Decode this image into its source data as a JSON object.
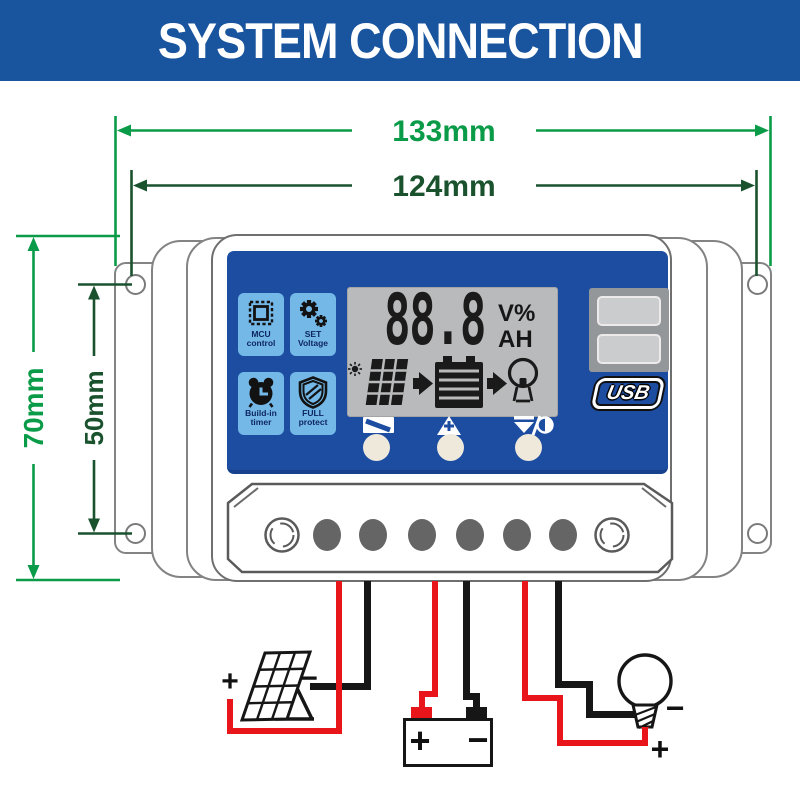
{
  "title": "SYSTEM CONNECTION",
  "dimensions": {
    "outer_width": "133mm",
    "hole_width": "124mm",
    "outer_height": "70mm",
    "hole_height": "50mm"
  },
  "controller": {
    "feature_tiles": [
      {
        "icon": "mcu-chip-icon",
        "lines": [
          "MCU",
          "control"
        ]
      },
      {
        "icon": "gears-icon",
        "lines": [
          "SET",
          "Voltage"
        ]
      },
      {
        "icon": "alarm-clock-icon",
        "lines": [
          "Build-in",
          "timer"
        ]
      },
      {
        "icon": "shield-icon",
        "lines": [
          "FULL",
          "protect"
        ]
      }
    ],
    "lcd": {
      "reading": "88.8",
      "unit_line1": "V%",
      "unit_line2": "AH",
      "icons": [
        "sun-icon",
        "solar-panel-icon",
        "arrow-right-icon",
        "battery-icon",
        "arrow-right-icon",
        "bulb-icon"
      ]
    },
    "buttons": [
      "load-select-button",
      "up-button",
      "down-display-button"
    ],
    "usb_label": "USB",
    "terminals_count": 6
  },
  "wiring": {
    "solar_panel": {
      "positive": "+",
      "negative": "−"
    },
    "battery": {
      "positive": "+",
      "negative": "−"
    },
    "bulb": {
      "negative": "−",
      "positive": "+"
    }
  },
  "colors": {
    "banner_blue": "#19549e",
    "panel_blue": "#1c4da1",
    "tile_blue": "#74b8e8",
    "lcd_gray": "#b9babb",
    "dimension_green": "#0a9b48",
    "dimension_dark_green": "#1a522e",
    "wire_red": "#e8151a",
    "wire_black": "#161616"
  }
}
